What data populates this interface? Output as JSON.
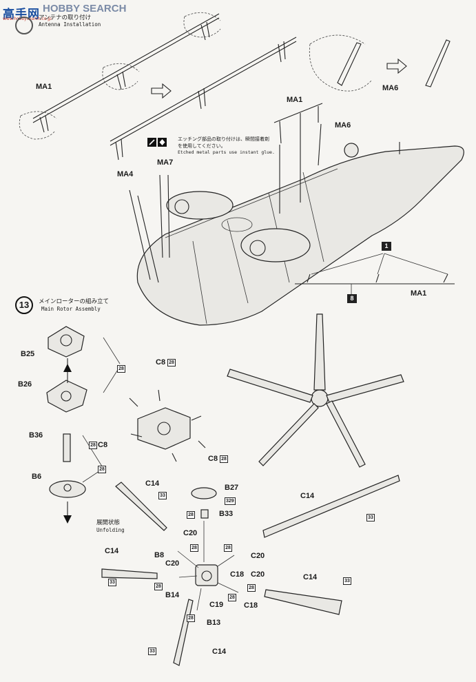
{
  "watermark": {
    "logo": "高手网",
    "text": "HOBBY SEARCH",
    "url": "www.hobbysearch.co.jp"
  },
  "step12": {
    "title_jp": "アンテナの取り付け",
    "title_en": "Antenna Installation"
  },
  "step13": {
    "number": "13",
    "title_jp": "メインローターの組み立て",
    "title_en": "Main Rotor Assembly"
  },
  "glue_note": {
    "jp": "エッチング部品の取り付けは、瞬間接着剤を使用してください。",
    "en": "Etched metal parts use instant glue."
  },
  "unfolding": {
    "jp": "展開状態",
    "en": "Unfolding"
  },
  "antenna_labels": [
    "MA1",
    "MA6",
    "MA1",
    "MA6",
    "MA7",
    "MA4",
    "MA1"
  ],
  "detail_badges": [
    "1",
    "8"
  ],
  "rotor_labels": {
    "b25": "B25",
    "b26": "B26",
    "b36": "B36",
    "b6": "B6",
    "c8_top": "C8",
    "c8_left": "C8",
    "c8_right": "C8",
    "c14_a": "C14",
    "c14_b": "C14",
    "c14_c": "C14",
    "c14_d": "C14",
    "c14_e": "C14",
    "b27": "B27",
    "b33": "B33",
    "c20_a": "C20",
    "c20_b": "C20",
    "c20_c": "C20",
    "c20_d": "C20",
    "b8": "B8",
    "c18_a": "C18",
    "c18_b": "C18",
    "b14": "B14",
    "c19": "C19",
    "b13": "B13"
  },
  "part_badges": {
    "b28": "28",
    "b33": "33",
    "b329": "329"
  },
  "icons": [
    "arrow-right-icon",
    "glue-icon",
    "etched-part-icon",
    "arrow-up-icon",
    "arrow-down-icon"
  ]
}
